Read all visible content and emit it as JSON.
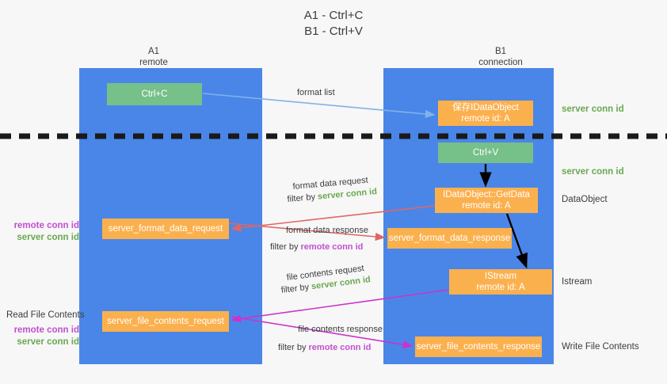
{
  "title": {
    "line1": "A1 - Ctrl+C",
    "line2": "B1 - Ctrl+V"
  },
  "columns": [
    {
      "name": "A1",
      "subtitle": "remote"
    },
    {
      "name": "B1",
      "subtitle": "connection"
    }
  ],
  "boxes": {
    "ctrl_c": "Ctrl+C",
    "ctrl_v": "Ctrl+V",
    "save_idataobject": {
      "line1": "保存IDataObject",
      "line2": "remote id: A"
    },
    "getdata": {
      "line1": "IDataObject::GetData",
      "line2": "remote id: A"
    },
    "istream": {
      "line1": "IStream",
      "line2": "remote id: A"
    },
    "server_format_data_request": "server_format_data_request",
    "server_format_data_response": "server_format_data_response",
    "server_file_contents_request": "server_file_contents_request",
    "server_file_contents_response": "server_file_contents_response"
  },
  "side_labels": {
    "server_conn_id_1": "server conn id",
    "server_conn_id_2": "server conn id",
    "dataobject": "DataObject",
    "istream": "Istream",
    "write_file_contents": "Write File Contents",
    "read_file_contents": "Read File Contents",
    "remote_conn_id": "remote conn id",
    "server_conn_id": "server conn id"
  },
  "arrow_labels": {
    "format_list": "format list",
    "format_data_request": "format data request",
    "format_data_request_filter_prefix": "filter by ",
    "format_data_request_filter_value": "server conn id",
    "format_data_response": "format data response",
    "format_data_response_filter_prefix": "filter by ",
    "format_data_response_filter_value": "remote conn id",
    "file_contents_request": "file contents request",
    "file_contents_request_filter_prefix": "filter by ",
    "file_contents_request_filter_value": "server conn id",
    "file_contents_response": "file contents response",
    "file_contents_response_filter_prefix": "filter by ",
    "file_contents_response_filter_value": "remote conn id"
  },
  "colors": {
    "lane": "#4a86e8",
    "green_box": "#76c08a",
    "orange_box": "#fbb04e",
    "green_text": "#6aa84f",
    "magenta_text": "#c34fd0",
    "light_blue_arrow": "#7fb3e8",
    "red_arrow": "#e06666",
    "magenta_arrow": "#cc33cc",
    "black_arrow": "#000000",
    "divider": "#1a1a1a",
    "background": "#f7f7f7"
  }
}
